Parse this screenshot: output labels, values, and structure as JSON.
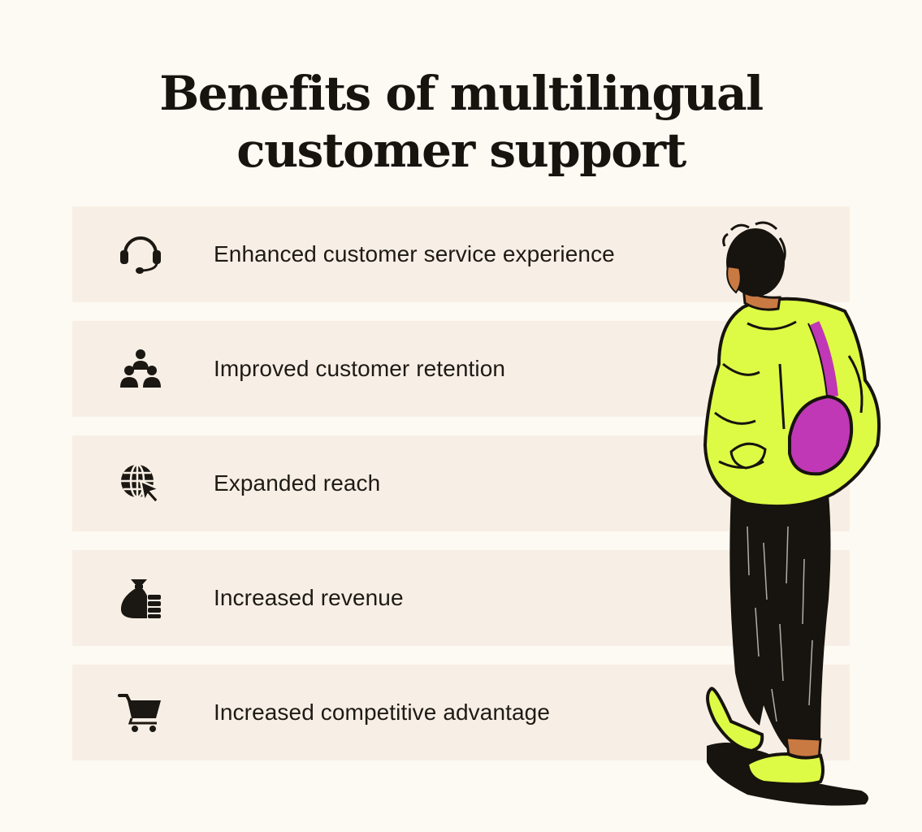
{
  "title": {
    "line1": "Benefits of multilingual",
    "line2": "customer support"
  },
  "benefits": [
    {
      "label": "Enhanced customer service experience",
      "icon": "headset-icon"
    },
    {
      "label": "Improved customer retention",
      "icon": "people-group-icon"
    },
    {
      "label": "Expanded reach",
      "icon": "globe-cursor-icon"
    },
    {
      "label": "Increased revenue",
      "icon": "money-bag-icon"
    },
    {
      "label": "Increased competitive advantage",
      "icon": "shopping-cart-icon"
    }
  ],
  "colors": {
    "background": "#FDF9F3",
    "row_background": "#F7EFE5",
    "text": "#1B1712",
    "jacket": "#DDFB45",
    "bag": "#C038B5",
    "skin": "#C97A43"
  }
}
